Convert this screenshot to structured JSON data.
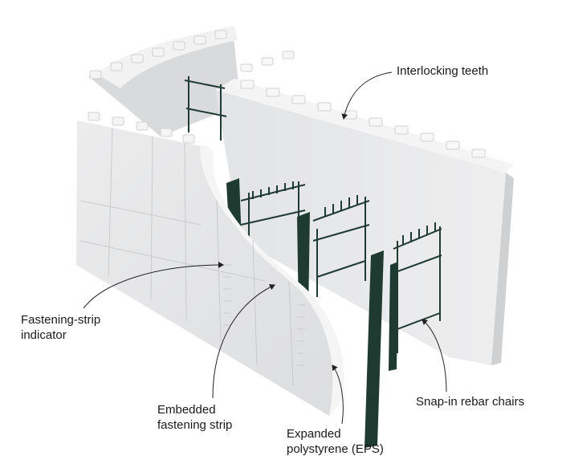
{
  "labels": {
    "interlocking_teeth": "Interlocking teeth",
    "fastening_strip_indicator": [
      "Fastening-strip",
      "indicator"
    ],
    "embedded_fastening_strip": [
      "Embedded",
      "fastening strip"
    ],
    "eps": [
      "Expanded",
      "polystyrene (EPS)"
    ],
    "rebar_chairs": "Snap-in rebar chairs"
  },
  "colors": {
    "foam": "#e9e9ea",
    "foam_shade": "#d4d5d7",
    "rebar_chair": "#1f3a30",
    "text": "#1a1a1a"
  }
}
